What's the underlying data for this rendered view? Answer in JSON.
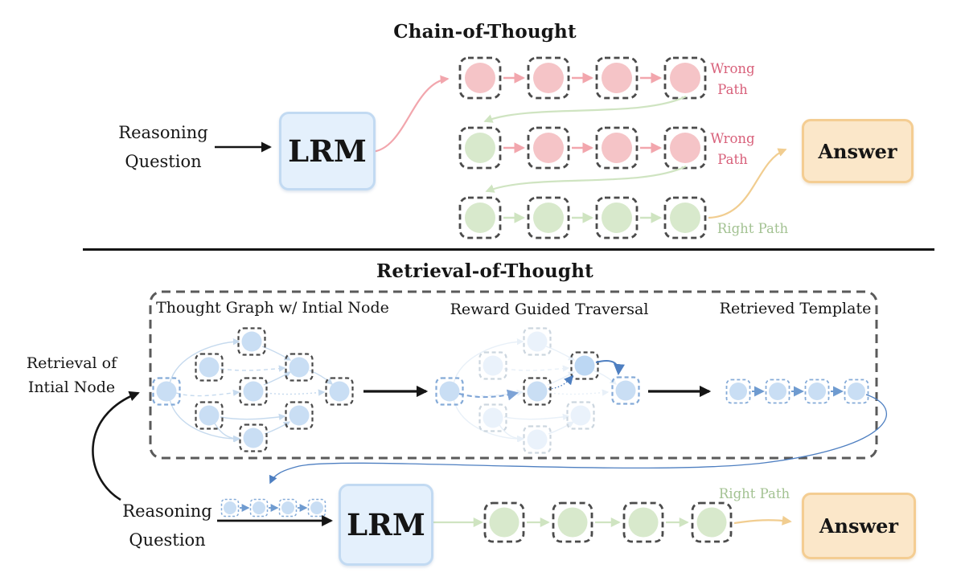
{
  "palette": {
    "ink": "#151515",
    "red_fill": "#f5c4c7",
    "red_arrow": "#f2a6ad",
    "wrong_text": "#d8607a",
    "green_fill": "#d8e9cc",
    "green_arrow": "#cfe4c1",
    "right_text": "#a3c292",
    "blue_fill": "#c9def4",
    "blue_fill_strongnode": "#bcd7f3",
    "blue_faded": "#eaf2fb",
    "blue_faded_border": "#ccd6df",
    "blue_strong": "#4e7fc1",
    "blue_mid": "#6f9bd0",
    "blue_dash_edge": "#7da3d6",
    "graph_edge": "#c6daee",
    "node_border": "#4b4b4b",
    "blue_node_border": "#85abd8",
    "panel_border": "#5a5a5a",
    "lrm_fill": "#e4f0fc",
    "lrm_border": "#c2daf2",
    "answer_fill": "#fbe7c9",
    "answer_border": "#f4cd92",
    "orange_arrow": "#f1cd90"
  },
  "cot": {
    "title": "Chain-of-Thought",
    "input": [
      "Reasoning",
      "Question"
    ],
    "lrm": "LRM",
    "answer": "Answer",
    "rows": [
      {
        "nodes": [
          "red",
          "red",
          "red",
          "red"
        ],
        "arrows": "red",
        "path_label": "Wrong Path"
      },
      {
        "nodes": [
          "green",
          "red",
          "red",
          "red"
        ],
        "arrows": "red",
        "path_label": "Wrong Path"
      },
      {
        "nodes": [
          "green",
          "green",
          "green",
          "green"
        ],
        "arrows": "green",
        "path_label": "Right Path"
      }
    ]
  },
  "rot": {
    "title": "Retrieval-of-Thought",
    "panels": [
      "Thought Graph w/ Intial Node",
      "Reward Guided Traversal",
      "Retrieved Template"
    ],
    "retrieval_label": [
      "Retrieval of",
      "Intial Node"
    ],
    "input": [
      "Reasoning",
      "Question"
    ],
    "lrm": "LRM",
    "answer": "Answer",
    "right_path": "Right Path",
    "template_node_count": 4,
    "mini_template_node_count": 4,
    "answer_chain": [
      "green",
      "green",
      "green",
      "green"
    ]
  }
}
